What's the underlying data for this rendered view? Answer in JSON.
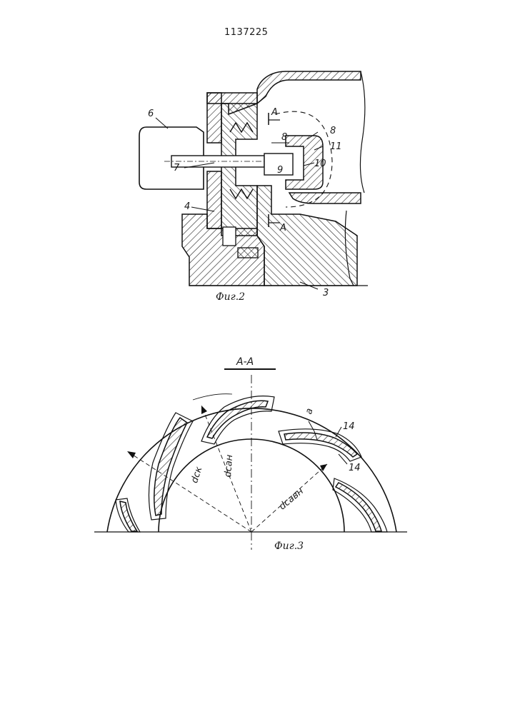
{
  "patent_number": "1137225",
  "fig2": {
    "caption": "Фиг.2",
    "section_marks": [
      "A",
      "A"
    ],
    "callouts": [
      "6",
      "7",
      "4",
      "8",
      "11",
      "10",
      "9",
      "3",
      "8"
    ]
  },
  "fig3": {
    "caption": "Фиг.3",
    "section_title": "A-A",
    "dimensions": [
      "dск",
      "dсан",
      "dсавн",
      "a"
    ],
    "callouts": [
      "14",
      "14"
    ]
  }
}
